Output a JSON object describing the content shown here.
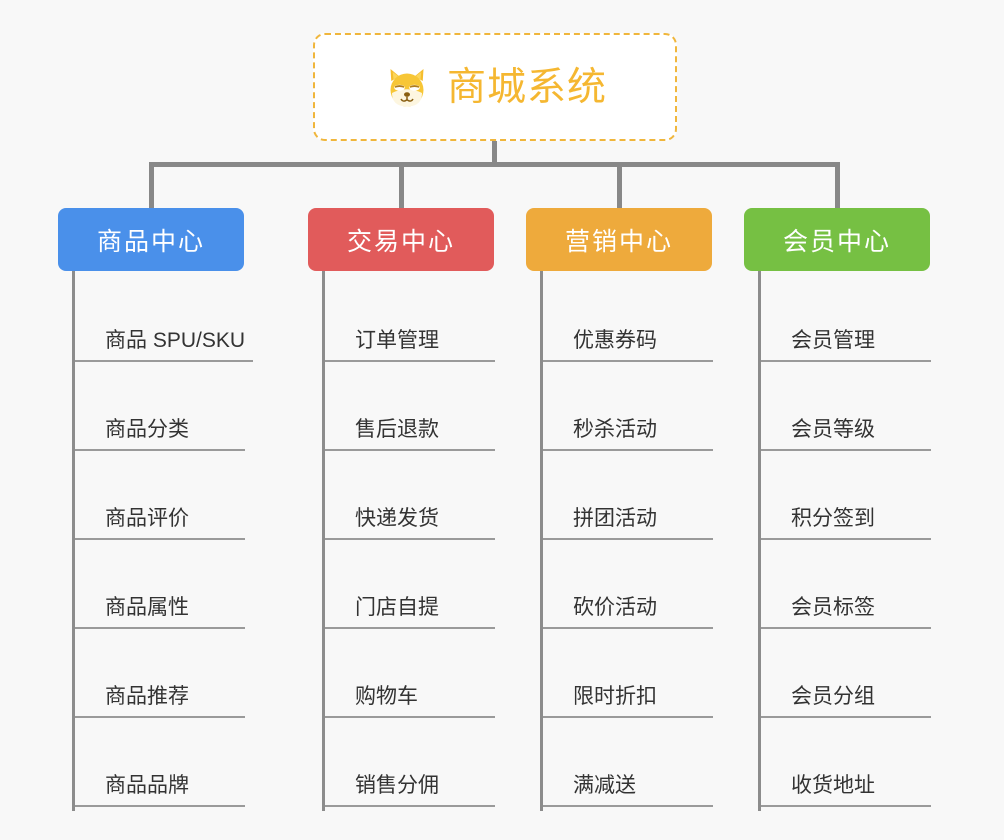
{
  "page": {
    "background_color": "#f8f8f8",
    "title": "商城系统 架构图"
  },
  "root": {
    "title": "商城系统",
    "icon": "shiba-dog-face-icon",
    "text_color": "#f5b731",
    "border_color": "#f0b63c",
    "background_color": "#ffffff",
    "border_style": "dashed"
  },
  "connector": {
    "color": "#888888"
  },
  "branches": [
    {
      "label": "商品中心",
      "color": "#4a90ea",
      "items": [
        "商品 SPU/SKU",
        "商品分类",
        "商品评价",
        "商品属性",
        "商品推荐",
        "商品品牌"
      ]
    },
    {
      "label": "交易中心",
      "color": "#e15b5b",
      "items": [
        "订单管理",
        "售后退款",
        "快递发货",
        "门店自提",
        "购物车",
        "销售分佣"
      ]
    },
    {
      "label": "营销中心",
      "color": "#eeaa3c",
      "items": [
        "优惠券码",
        "秒杀活动",
        "拼团活动",
        "砍价活动",
        "限时折扣",
        "满减送"
      ]
    },
    {
      "label": "会员中心",
      "color": "#76c043",
      "items": [
        "会员管理",
        "会员等级",
        "积分签到",
        "会员标签",
        "会员分组",
        "收货地址"
      ]
    }
  ]
}
